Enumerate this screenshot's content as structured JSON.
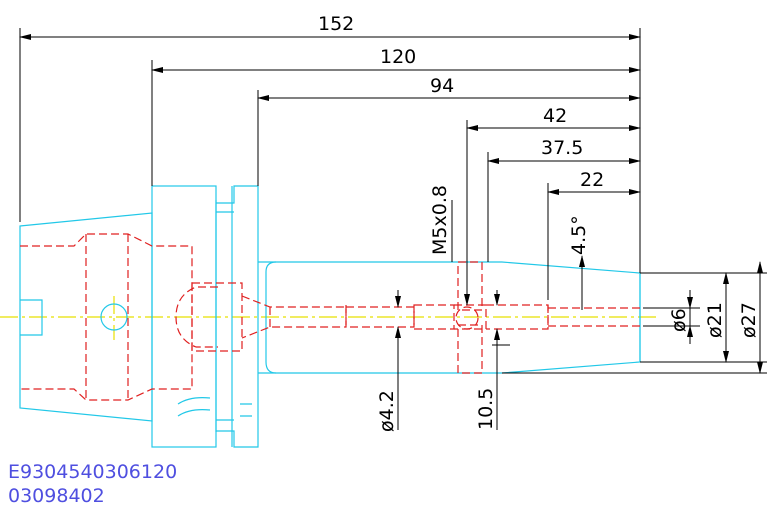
{
  "dimensions": {
    "total_length": "152",
    "length_120": "120",
    "length_94": "94",
    "length_42": "42",
    "length_37_5": "37.5",
    "length_22": "22",
    "thread": "M5x0.8",
    "taper_angle": "4.5°",
    "dia_6": "ø6",
    "dia_21": "ø21",
    "dia_27": "ø27",
    "dia_4_2": "ø4.2",
    "depth_10_5": "10.5"
  },
  "part_number": {
    "line1": "E9304540306120",
    "line2": "03098402"
  },
  "colors": {
    "outline": "#22c8e8",
    "hidden_lines": "#e02020",
    "centerline": "#e8e000",
    "dimension": "#000000",
    "part_number_text": "#4f4fe0"
  }
}
